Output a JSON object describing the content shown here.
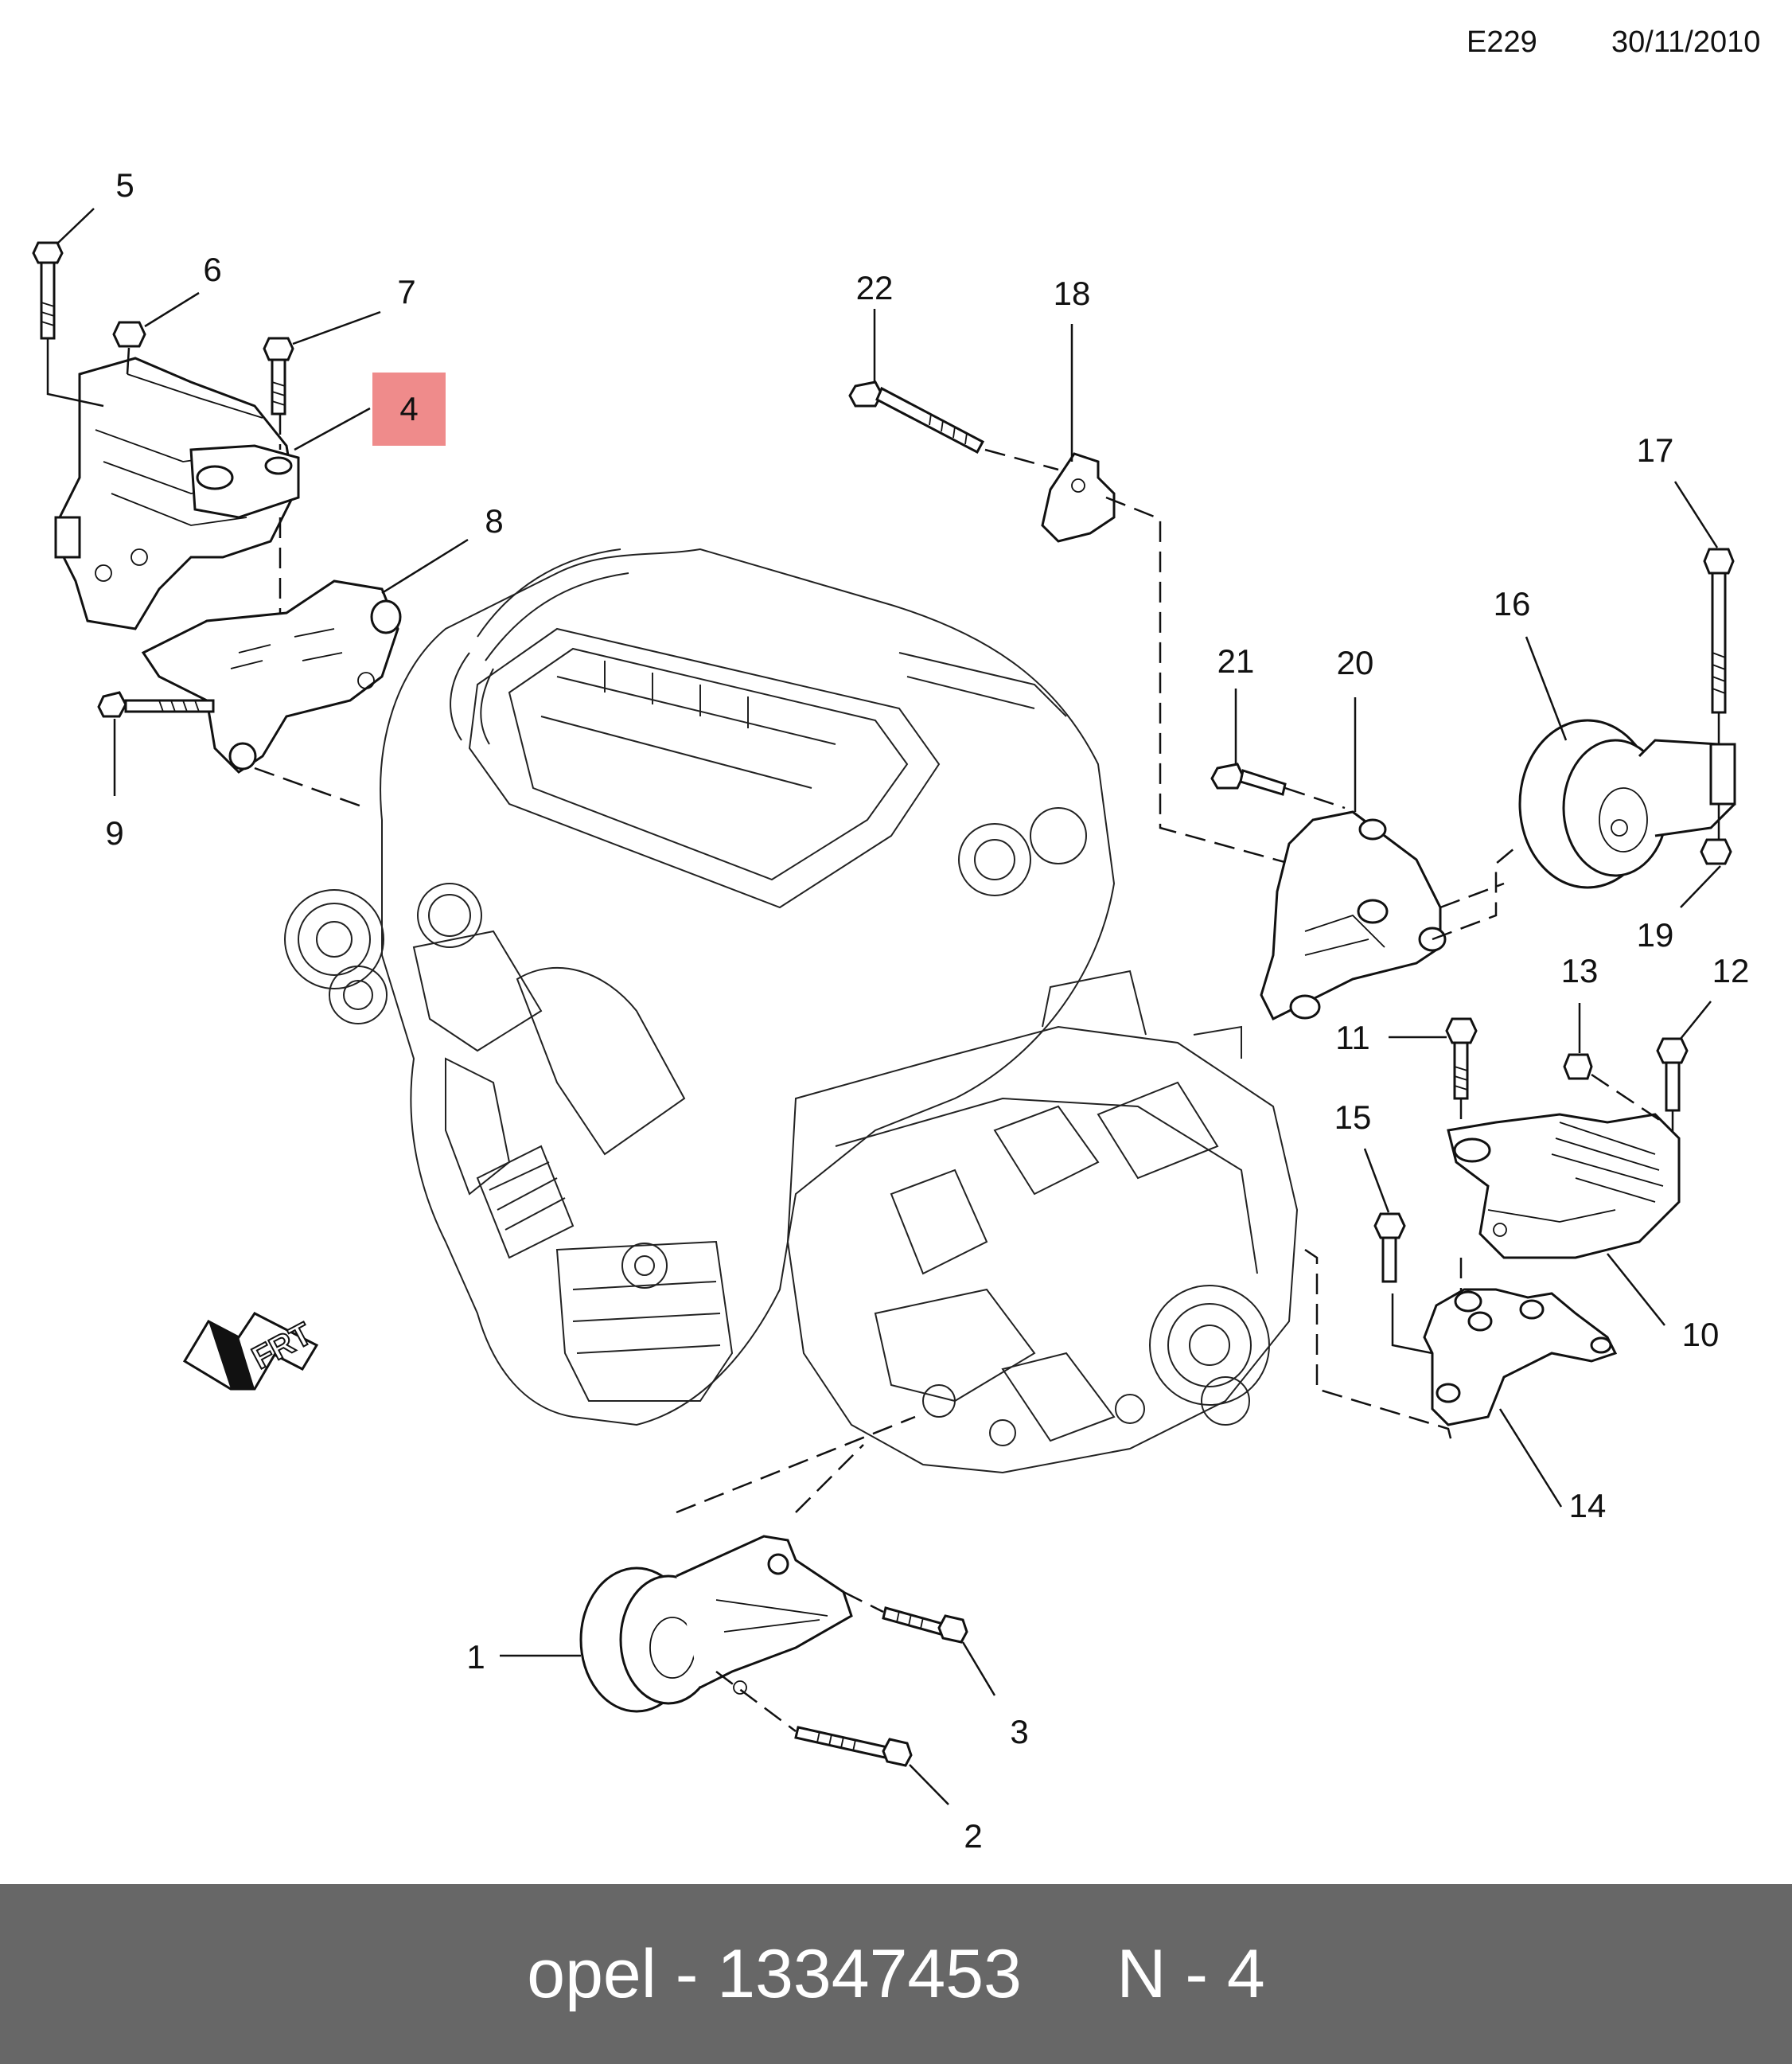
{
  "header": {
    "code": "E229",
    "date": "30/11/2010"
  },
  "highlight": {
    "label": "4",
    "color": "#ef8b8b"
  },
  "callouts": [
    "1",
    "2",
    "3",
    "5",
    "6",
    "7",
    "8",
    "9",
    "10",
    "11",
    "12",
    "13",
    "14",
    "15",
    "16",
    "17",
    "18",
    "19",
    "20",
    "21",
    "22"
  ],
  "orientation": {
    "label": "FRT",
    "icon": "front-direction-arrow-icon"
  },
  "footer": {
    "brand": "opel",
    "part_number": "13347453",
    "position": "N - 4",
    "text": "opel - 13347453     N - 4",
    "background": "#676767"
  }
}
